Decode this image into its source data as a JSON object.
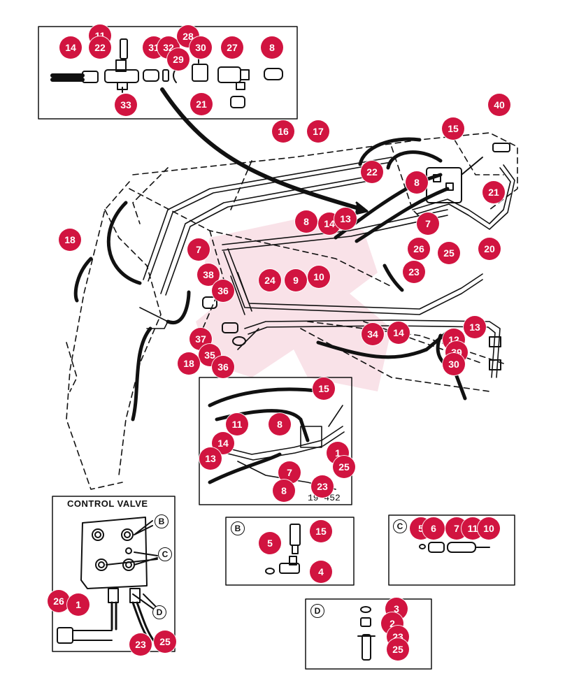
{
  "panels": {
    "control_valve": {
      "title": "CONTROL VALVE"
    },
    "detail_b": {
      "letter": "B"
    },
    "detail_c": {
      "letter": "C"
    },
    "detail_d": {
      "letter": "D"
    },
    "control_valve_labels": {
      "b": "B",
      "c": "C",
      "d": "D"
    },
    "inset_figure_number": "19 452"
  },
  "callouts": [
    {
      "id": "c14a",
      "label": "14"
    },
    {
      "id": "c11a",
      "label": "11"
    },
    {
      "id": "c22a",
      "label": "22"
    },
    {
      "id": "c31",
      "label": "31"
    },
    {
      "id": "c32",
      "label": "32"
    },
    {
      "id": "c28",
      "label": "28"
    },
    {
      "id": "c29",
      "label": "29"
    },
    {
      "id": "c30a",
      "label": "30"
    },
    {
      "id": "c27",
      "label": "27"
    },
    {
      "id": "c8a",
      "label": "8"
    },
    {
      "id": "c33",
      "label": "33"
    },
    {
      "id": "c21a",
      "label": "21"
    },
    {
      "id": "c40",
      "label": "40"
    },
    {
      "id": "c15a",
      "label": "15"
    },
    {
      "id": "c16",
      "label": "16"
    },
    {
      "id": "c17",
      "label": "17"
    },
    {
      "id": "c22b",
      "label": "22"
    },
    {
      "id": "c8b",
      "label": "8"
    },
    {
      "id": "c21b",
      "label": "21"
    },
    {
      "id": "c8c",
      "label": "8"
    },
    {
      "id": "c14b",
      "label": "14"
    },
    {
      "id": "c13a",
      "label": "13"
    },
    {
      "id": "c7a",
      "label": "7"
    },
    {
      "id": "c26a",
      "label": "26"
    },
    {
      "id": "c25a",
      "label": "25"
    },
    {
      "id": "c20",
      "label": "20"
    },
    {
      "id": "c18a",
      "label": "18"
    },
    {
      "id": "c7b",
      "label": "7"
    },
    {
      "id": "c23a",
      "label": "23"
    },
    {
      "id": "c38",
      "label": "38"
    },
    {
      "id": "c24",
      "label": "24"
    },
    {
      "id": "c9",
      "label": "9"
    },
    {
      "id": "c10a",
      "label": "10"
    },
    {
      "id": "c36a",
      "label": "36"
    },
    {
      "id": "c13b",
      "label": "13"
    },
    {
      "id": "c34",
      "label": "34"
    },
    {
      "id": "c14c",
      "label": "14"
    },
    {
      "id": "c12",
      "label": "12"
    },
    {
      "id": "c37",
      "label": "37"
    },
    {
      "id": "c39",
      "label": "39"
    },
    {
      "id": "c35",
      "label": "35"
    },
    {
      "id": "c18b",
      "label": "18"
    },
    {
      "id": "c30b",
      "label": "30"
    },
    {
      "id": "c36b",
      "label": "36"
    },
    {
      "id": "c15b",
      "label": "15"
    },
    {
      "id": "c11b",
      "label": "11"
    },
    {
      "id": "c8d",
      "label": "8"
    },
    {
      "id": "c14d",
      "label": "14"
    },
    {
      "id": "c1a",
      "label": "1"
    },
    {
      "id": "c13c",
      "label": "13"
    },
    {
      "id": "c7c",
      "label": "7"
    },
    {
      "id": "c25b",
      "label": "25"
    },
    {
      "id": "c23b",
      "label": "23"
    },
    {
      "id": "c8e",
      "label": "8"
    },
    {
      "id": "c5a",
      "label": "5"
    },
    {
      "id": "c15c",
      "label": "15"
    },
    {
      "id": "c4",
      "label": "4"
    },
    {
      "id": "c5b",
      "label": "5"
    },
    {
      "id": "c6",
      "label": "6"
    },
    {
      "id": "c7d",
      "label": "7"
    },
    {
      "id": "c11c",
      "label": "11"
    },
    {
      "id": "c10b",
      "label": "10"
    },
    {
      "id": "c26b",
      "label": "26"
    },
    {
      "id": "c1b",
      "label": "1"
    },
    {
      "id": "c23c",
      "label": "23"
    },
    {
      "id": "c25c",
      "label": "25"
    },
    {
      "id": "c3",
      "label": "3"
    },
    {
      "id": "c2",
      "label": "2"
    },
    {
      "id": "c23d",
      "label": "23"
    },
    {
      "id": "c25d",
      "label": "25"
    }
  ],
  "colors": {
    "callout": "#d11440",
    "line": "#111111",
    "watermark": "#d11440"
  }
}
